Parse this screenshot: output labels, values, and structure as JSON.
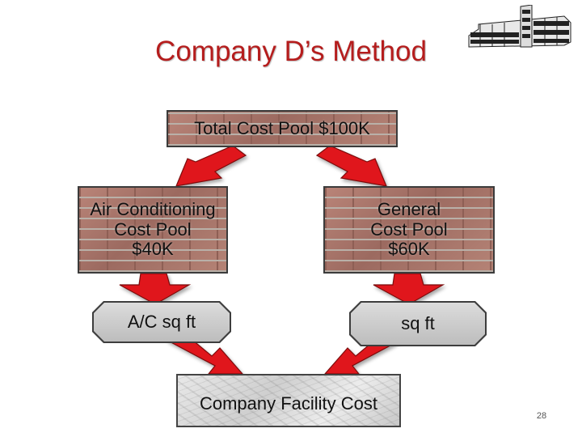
{
  "slide": {
    "title": "Company D’s Method",
    "page_number": "28"
  },
  "diagram": {
    "top": {
      "label": "Total Cost Pool $100K"
    },
    "left_pool": {
      "line1": "Air Conditioning",
      "line2": "Cost Pool",
      "line3": "$40K"
    },
    "right_pool": {
      "line1": "General",
      "line2": "Cost Pool",
      "line3": "$60K"
    },
    "left_driver": {
      "label": "A/C sq ft"
    },
    "right_driver": {
      "label": "sq ft"
    },
    "bottom": {
      "label": "Company Facility Cost"
    }
  },
  "colors": {
    "title": "#b51d1d",
    "arrow": "#e0141b",
    "brick": "#a77a6f",
    "driver": "#c8c8c8"
  },
  "icons": [
    "office-building-icon",
    "arrow-icon"
  ]
}
